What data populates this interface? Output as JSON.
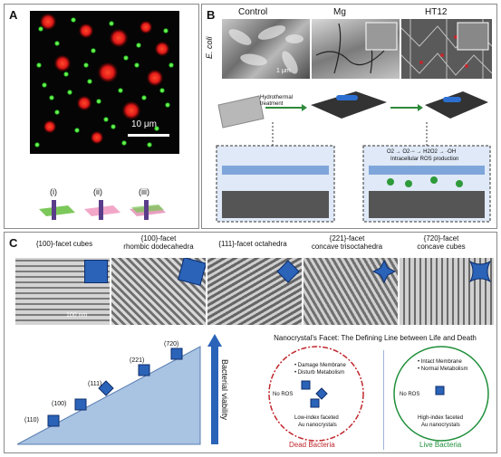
{
  "panelA": {
    "letter": "A",
    "scalebar": "10 μm",
    "insets": [
      "(i)",
      "(ii)",
      "(iii)"
    ]
  },
  "panelB": {
    "letter": "B",
    "species": "E. coli",
    "columns": [
      "Control",
      "Mg",
      "HT12"
    ],
    "scale_mark": "1 μm",
    "step_label": "Hydrothermal treatment",
    "ros_text": "Intracellular ROS production",
    "ros_chain": "O2 → O2·− → H2O2 → ·OH"
  },
  "panelC": {
    "letter": "C",
    "facets": [
      {
        "line1": "{100}-facet cubes",
        "line2": ""
      },
      {
        "line1": "{100}-facet",
        "line2": "rhombic dodecahedra"
      },
      {
        "line1": "{111}-facet octahedra",
        "line2": ""
      },
      {
        "line1": "{221}-facet",
        "line2": "concave trisoctahedra"
      },
      {
        "line1": "{720}-facet",
        "line2": "concave cubes"
      }
    ],
    "scale_nm": "100 nm",
    "indices": [
      "(110)",
      "(100)",
      "(111)",
      "(221)",
      "(720)"
    ],
    "axis_label": "Bacterial viability",
    "headline": "Nanocrystal's Facet: The Defining Line between Life and Death",
    "dead": {
      "bullets": [
        "• Damage Membrane",
        "• Disturb Metabolism"
      ],
      "no_ros": "No ROS",
      "desc": [
        "Low-index faceted",
        "Au nanocrystals"
      ],
      "title": "Dead Bacteria",
      "color": "#c0282d"
    },
    "live": {
      "bullets": [
        "• Intact Membrane",
        "• Normal Metabolism"
      ],
      "no_ros": "No ROS",
      "desc": [
        "High-index faceted",
        "Au nanocrystals"
      ],
      "title": "Live Bacteria",
      "color": "#1f8f3a"
    }
  }
}
